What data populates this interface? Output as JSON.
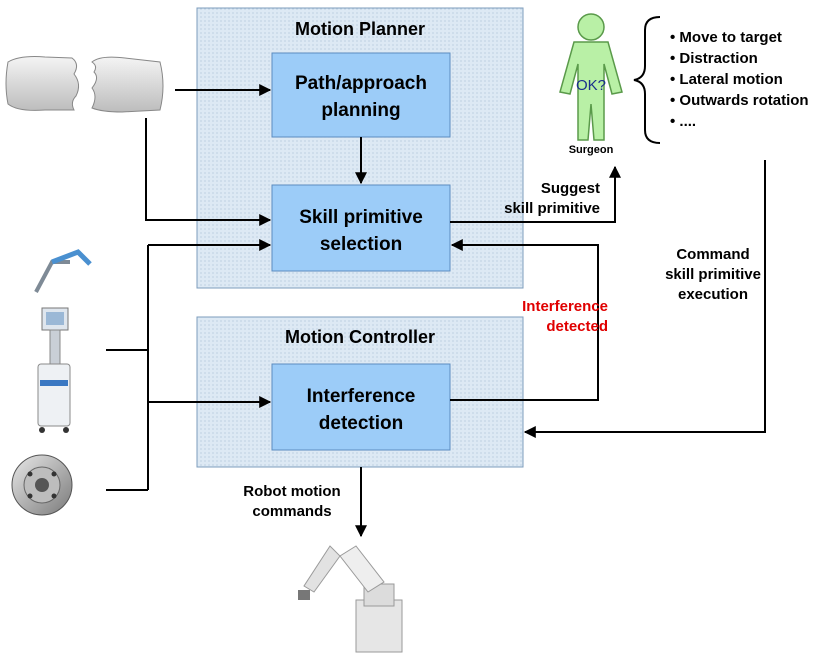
{
  "motion_planner": {
    "title": "Motion Planner",
    "path_block": [
      "Path/approach",
      "planning"
    ],
    "skill_block": [
      "Skill primitive",
      "selection"
    ]
  },
  "motion_controller": {
    "title": "Motion Controller",
    "interference_block": [
      "Interference",
      "detection"
    ]
  },
  "surgeon": {
    "ok_label": "OK?",
    "caption": "Surgeon"
  },
  "skill_list": [
    "• Move to target",
    "• Distraction",
    "• Lateral motion",
    "• Outwards rotation",
    "• ...."
  ],
  "labels": {
    "suggest": [
      "Suggest",
      "skill primitive"
    ],
    "command": [
      "Command",
      "skill primitive",
      "execution"
    ],
    "interference_detected": [
      "Interference",
      "detected"
    ],
    "robot_commands": [
      "Robot motion",
      "commands"
    ]
  },
  "colors": {
    "panel_fill": "#dbeaf6",
    "block_fill": "#9cccf8",
    "surgeon_fill": "#b9f0a6",
    "alert": "#e00000"
  }
}
